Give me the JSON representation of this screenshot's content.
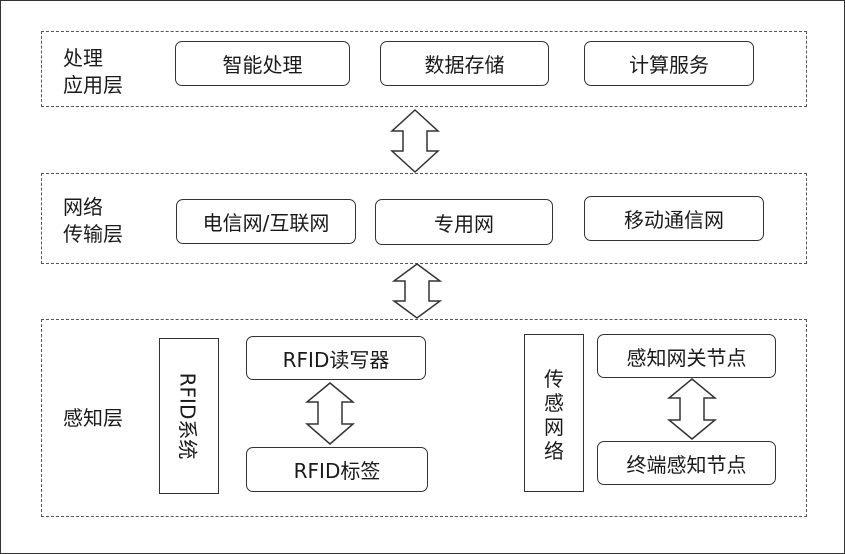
{
  "layers": {
    "application": {
      "label": "处理\n应用层",
      "boxes": [
        "智能处理",
        "数据存储",
        "计算服务"
      ]
    },
    "network": {
      "label": "网络\n传输层",
      "boxes": [
        "电信网/互联网",
        "专用网",
        "移动通信网"
      ]
    },
    "perception": {
      "label": "感知层",
      "rfid_system": {
        "label": "RFID系统",
        "reader": "RFID读写器",
        "tag": "RFID标签"
      },
      "sensor_network": {
        "label": "传\n感\n网\n络",
        "gateway_node": "感知网关节点",
        "terminal_node": "终端感知节点"
      }
    }
  }
}
